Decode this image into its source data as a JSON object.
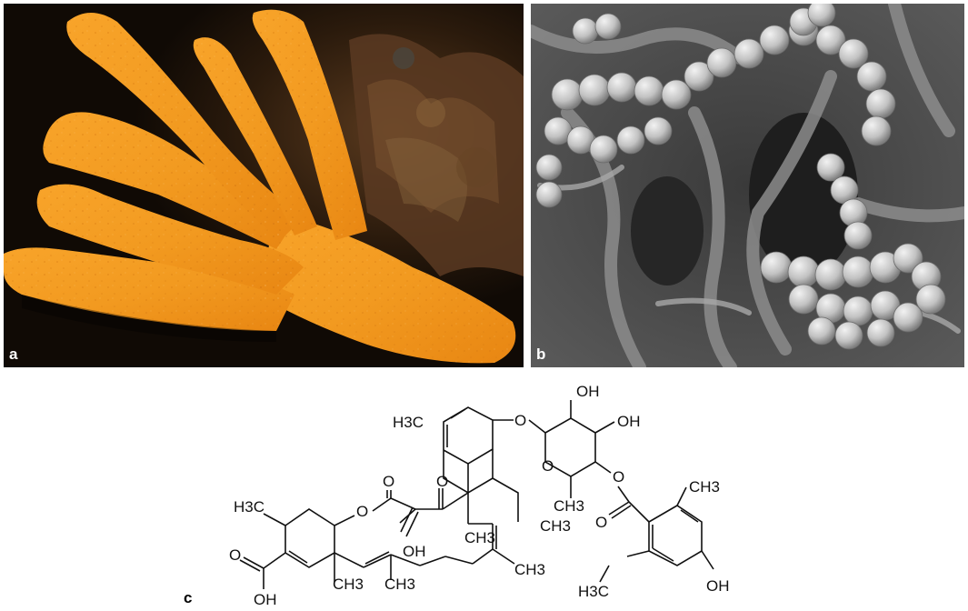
{
  "panels": {
    "a": {
      "label": "a"
    },
    "b": {
      "label": "b"
    },
    "c": {
      "label": "c"
    }
  },
  "structure": {
    "h3c_label": "H3C",
    "ch3_label": "CH3",
    "oh_label": "OH",
    "o_label": "O",
    "atom_labels": [
      "OH",
      "OH",
      "O",
      "O",
      "O",
      "O",
      "O",
      "O",
      "O",
      "O",
      "OH",
      "OH",
      "OH",
      "H3C",
      "H3C",
      "H3C",
      "CH3",
      "CH3",
      "CH3",
      "CH3",
      "CH3",
      "CH3",
      "CH3"
    ]
  },
  "colors": {
    "sponge": "#f2961e",
    "sponge_dark": "#c96a0a",
    "background_dark": "#120c06",
    "sem_gray": "#b8b8b8"
  }
}
